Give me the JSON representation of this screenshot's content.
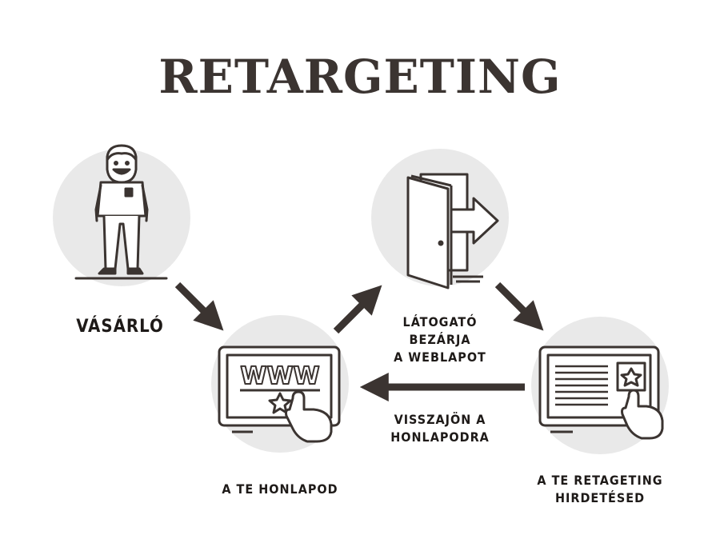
{
  "title": "RETARGETING",
  "labels": {
    "buyer": "VÁSÁRLÓ",
    "website": "A TE HONLAPOD",
    "ad_line1": "A TE RETAGETING",
    "ad_line2": "HIRDETÉSED",
    "leave_line1": "LÁTOGATÓ",
    "leave_line2": "BEZÁRJA",
    "leave_line3": "A WEBLAPOT",
    "return_line1": "VISSZAJÖN A",
    "return_line2": "HONLAPODRA",
    "www": "WWW"
  },
  "colors": {
    "circle": "#e9e9e9",
    "stroke": "#3b3431",
    "arrow": "#3b3431"
  },
  "icons": [
    "person-icon",
    "browser-www-icon",
    "door-exit-icon",
    "ad-screen-icon",
    "pointing-hand-icon",
    "star-icon"
  ]
}
